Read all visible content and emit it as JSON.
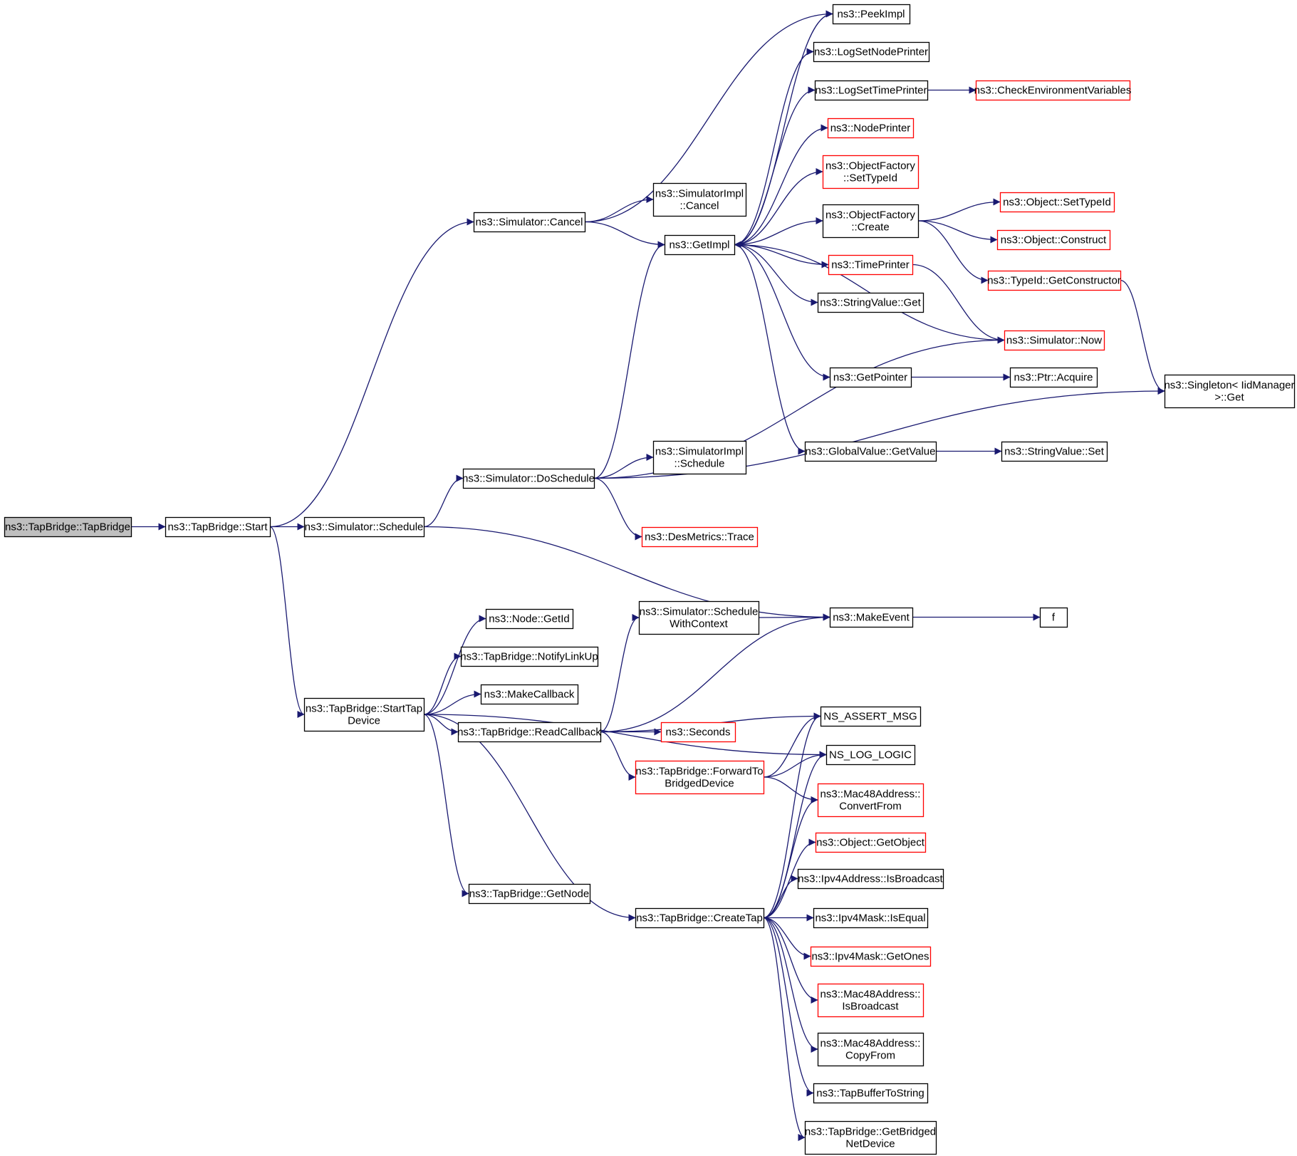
{
  "colors": {
    "edge": "#191970",
    "box_border": "#000000",
    "box_border_incomplete": "#ff0000",
    "root_fill": "#bfbfbf",
    "box_fill": "#ffffff"
  },
  "graph": {
    "nodes": [
      {
        "id": "tapbridge_ctor",
        "lines": [
          "ns3::TapBridge::TapBridge"
        ],
        "root": true
      },
      {
        "id": "tapbridge_start",
        "lines": [
          "ns3::TapBridge::Start"
        ]
      },
      {
        "id": "sim_schedule",
        "lines": [
          "ns3::Simulator::Schedule"
        ]
      },
      {
        "id": "sim_cancel",
        "lines": [
          "ns3::Simulator::Cancel"
        ]
      },
      {
        "id": "sim_doschedule",
        "lines": [
          "ns3::Simulator::DoSchedule"
        ]
      },
      {
        "id": "peekimpl",
        "lines": [
          "ns3::PeekImpl"
        ]
      },
      {
        "id": "logsetnodeprinter",
        "lines": [
          "ns3::LogSetNodePrinter"
        ]
      },
      {
        "id": "logsettimeprinter",
        "lines": [
          "ns3::LogSetTimePrinter"
        ]
      },
      {
        "id": "checkenv",
        "lines": [
          "ns3::CheckEnvironmentVariables"
        ],
        "red": true
      },
      {
        "id": "nodeprinter",
        "lines": [
          "ns3::NodePrinter"
        ],
        "red": true
      },
      {
        "id": "of_settypeid",
        "lines": [
          "ns3::ObjectFactory",
          "::SetTypeId"
        ],
        "red": true
      },
      {
        "id": "simimpl_cancel",
        "lines": [
          "ns3::SimulatorImpl",
          "::Cancel"
        ]
      },
      {
        "id": "of_create",
        "lines": [
          "ns3::ObjectFactory",
          "::Create"
        ]
      },
      {
        "id": "obj_settypeid",
        "lines": [
          "ns3::Object::SetTypeId"
        ],
        "red": true
      },
      {
        "id": "getimpl",
        "lines": [
          "ns3::GetImpl"
        ]
      },
      {
        "id": "obj_construct",
        "lines": [
          "ns3::Object::Construct"
        ],
        "red": true
      },
      {
        "id": "timeprinter",
        "lines": [
          "ns3::TimePrinter"
        ],
        "red": true
      },
      {
        "id": "typeid_getctor",
        "lines": [
          "ns3::TypeId::GetConstructor"
        ],
        "red": true
      },
      {
        "id": "stringvalue_get",
        "lines": [
          "ns3::StringValue::Get"
        ]
      },
      {
        "id": "sim_now",
        "lines": [
          "ns3::Simulator::Now"
        ],
        "red": true
      },
      {
        "id": "getpointer",
        "lines": [
          "ns3::GetPointer"
        ]
      },
      {
        "id": "ptr_acquire",
        "lines": [
          "ns3::Ptr::Acquire"
        ]
      },
      {
        "id": "singleton_get",
        "lines": [
          "ns3::Singleton< IidManager",
          ">::Get"
        ]
      },
      {
        "id": "simimpl_schedule",
        "lines": [
          "ns3::SimulatorImpl",
          "::Schedule"
        ]
      },
      {
        "id": "globalvalue_getvalue",
        "lines": [
          "ns3::GlobalValue::GetValue"
        ]
      },
      {
        "id": "stringvalue_set",
        "lines": [
          "ns3::StringValue::Set"
        ]
      },
      {
        "id": "desmetrics_trace",
        "lines": [
          "ns3::DesMetrics::Trace"
        ],
        "red": true
      },
      {
        "id": "sim_schedwithctx",
        "lines": [
          "ns3::Simulator::Schedule",
          "WithContext"
        ]
      },
      {
        "id": "node_getid",
        "lines": [
          "ns3::Node::GetId"
        ]
      },
      {
        "id": "makeevent",
        "lines": [
          "ns3::MakeEvent"
        ]
      },
      {
        "id": "f",
        "lines": [
          "f"
        ]
      },
      {
        "id": "tb_notifylinkup",
        "lines": [
          "ns3::TapBridge::NotifyLinkUp"
        ]
      },
      {
        "id": "makecallback",
        "lines": [
          "ns3::MakeCallback"
        ]
      },
      {
        "id": "tb_starttapdevice",
        "lines": [
          "ns3::TapBridge::StartTap",
          "Device"
        ]
      },
      {
        "id": "ns_assert_msg",
        "lines": [
          "NS_ASSERT_MSG"
        ]
      },
      {
        "id": "tb_readcallback",
        "lines": [
          "ns3::TapBridge::ReadCallback"
        ]
      },
      {
        "id": "seconds",
        "lines": [
          "ns3::Seconds"
        ],
        "red": true
      },
      {
        "id": "ns_log_logic",
        "lines": [
          "NS_LOG_LOGIC"
        ]
      },
      {
        "id": "tb_forward",
        "lines": [
          "ns3::TapBridge::ForwardTo",
          "BridgedDevice"
        ],
        "red": true
      },
      {
        "id": "mac48_convertfrom",
        "lines": [
          "ns3::Mac48Address::",
          "ConvertFrom"
        ],
        "red": true
      },
      {
        "id": "obj_getobject",
        "lines": [
          "ns3::Object::GetObject"
        ],
        "red": true
      },
      {
        "id": "ipv4addr_isbroadcast",
        "lines": [
          "ns3::Ipv4Address::IsBroadcast"
        ]
      },
      {
        "id": "tb_getnode",
        "lines": [
          "ns3::TapBridge::GetNode"
        ]
      },
      {
        "id": "tb_createtap",
        "lines": [
          "ns3::TapBridge::CreateTap"
        ]
      },
      {
        "id": "ipv4mask_isequal",
        "lines": [
          "ns3::Ipv4Mask::IsEqual"
        ]
      },
      {
        "id": "ipv4mask_getones",
        "lines": [
          "ns3::Ipv4Mask::GetOnes"
        ],
        "red": true
      },
      {
        "id": "mac48_isbroadcast",
        "lines": [
          "ns3::Mac48Address::",
          "IsBroadcast"
        ],
        "red": true
      },
      {
        "id": "mac48_copyfrom",
        "lines": [
          "ns3::Mac48Address::",
          "CopyFrom"
        ]
      },
      {
        "id": "tapbuffertostring",
        "lines": [
          "ns3::TapBufferToString"
        ]
      },
      {
        "id": "tb_getbridgednetdevice",
        "lines": [
          "ns3::TapBridge::GetBridged",
          "NetDevice"
        ]
      }
    ],
    "edges": [
      [
        "tapbridge_ctor",
        "tapbridge_start"
      ],
      [
        "tapbridge_start",
        "sim_schedule"
      ],
      [
        "tapbridge_start",
        "sim_cancel"
      ],
      [
        "tapbridge_start",
        "tb_starttapdevice"
      ],
      [
        "sim_cancel",
        "peekimpl"
      ],
      [
        "sim_cancel",
        "simimpl_cancel"
      ],
      [
        "sim_cancel",
        "getimpl"
      ],
      [
        "getimpl",
        "peekimpl"
      ],
      [
        "getimpl",
        "logsetnodeprinter"
      ],
      [
        "getimpl",
        "logsettimeprinter"
      ],
      [
        "getimpl",
        "nodeprinter"
      ],
      [
        "getimpl",
        "of_settypeid"
      ],
      [
        "getimpl",
        "of_create"
      ],
      [
        "getimpl",
        "timeprinter"
      ],
      [
        "getimpl",
        "stringvalue_get"
      ],
      [
        "getimpl",
        "getpointer"
      ],
      [
        "getimpl",
        "globalvalue_getvalue"
      ],
      [
        "logsettimeprinter",
        "checkenv"
      ],
      [
        "of_create",
        "obj_settypeid"
      ],
      [
        "of_create",
        "obj_construct"
      ],
      [
        "of_create",
        "typeid_getctor"
      ],
      [
        "typeid_getctor",
        "singleton_get"
      ],
      [
        "timeprinter",
        "sim_now"
      ],
      [
        "sim_now",
        "getimpl"
      ],
      [
        "getpointer",
        "ptr_acquire"
      ],
      [
        "globalvalue_getvalue",
        "stringvalue_set"
      ],
      [
        "sim_schedule",
        "sim_doschedule"
      ],
      [
        "sim_schedule",
        "makeevent"
      ],
      [
        "sim_doschedule",
        "getimpl"
      ],
      [
        "sim_doschedule",
        "sim_now"
      ],
      [
        "sim_doschedule",
        "simimpl_schedule"
      ],
      [
        "sim_doschedule",
        "desmetrics_trace"
      ],
      [
        "sim_doschedule",
        "singleton_get"
      ],
      [
        "makeevent",
        "f"
      ],
      [
        "sim_schedwithctx",
        "makeevent"
      ],
      [
        "tb_starttapdevice",
        "node_getid"
      ],
      [
        "tb_starttapdevice",
        "tb_notifylinkup"
      ],
      [
        "tb_starttapdevice",
        "makecallback"
      ],
      [
        "tb_starttapdevice",
        "tb_readcallback"
      ],
      [
        "tb_starttapdevice",
        "ns_log_logic"
      ],
      [
        "tb_starttapdevice",
        "tb_getnode"
      ],
      [
        "tb_starttapdevice",
        "tb_createtap"
      ],
      [
        "tb_readcallback",
        "sim_schedwithctx"
      ],
      [
        "tb_readcallback",
        "makeevent"
      ],
      [
        "tb_readcallback",
        "ns_assert_msg"
      ],
      [
        "tb_readcallback",
        "seconds"
      ],
      [
        "tb_readcallback",
        "tb_forward"
      ],
      [
        "tb_forward",
        "ns_assert_msg"
      ],
      [
        "tb_forward",
        "ns_log_logic"
      ],
      [
        "tb_forward",
        "mac48_convertfrom"
      ],
      [
        "tb_createtap",
        "ns_assert_msg"
      ],
      [
        "tb_createtap",
        "ns_log_logic"
      ],
      [
        "tb_createtap",
        "mac48_convertfrom"
      ],
      [
        "tb_createtap",
        "obj_getobject"
      ],
      [
        "tb_createtap",
        "ipv4addr_isbroadcast"
      ],
      [
        "tb_createtap",
        "ipv4mask_isequal"
      ],
      [
        "tb_createtap",
        "ipv4mask_getones"
      ],
      [
        "tb_createtap",
        "mac48_isbroadcast"
      ],
      [
        "tb_createtap",
        "mac48_copyfrom"
      ],
      [
        "tb_createtap",
        "tapbuffertostring"
      ],
      [
        "tb_createtap",
        "tb_getbridgednetdevice"
      ]
    ]
  }
}
